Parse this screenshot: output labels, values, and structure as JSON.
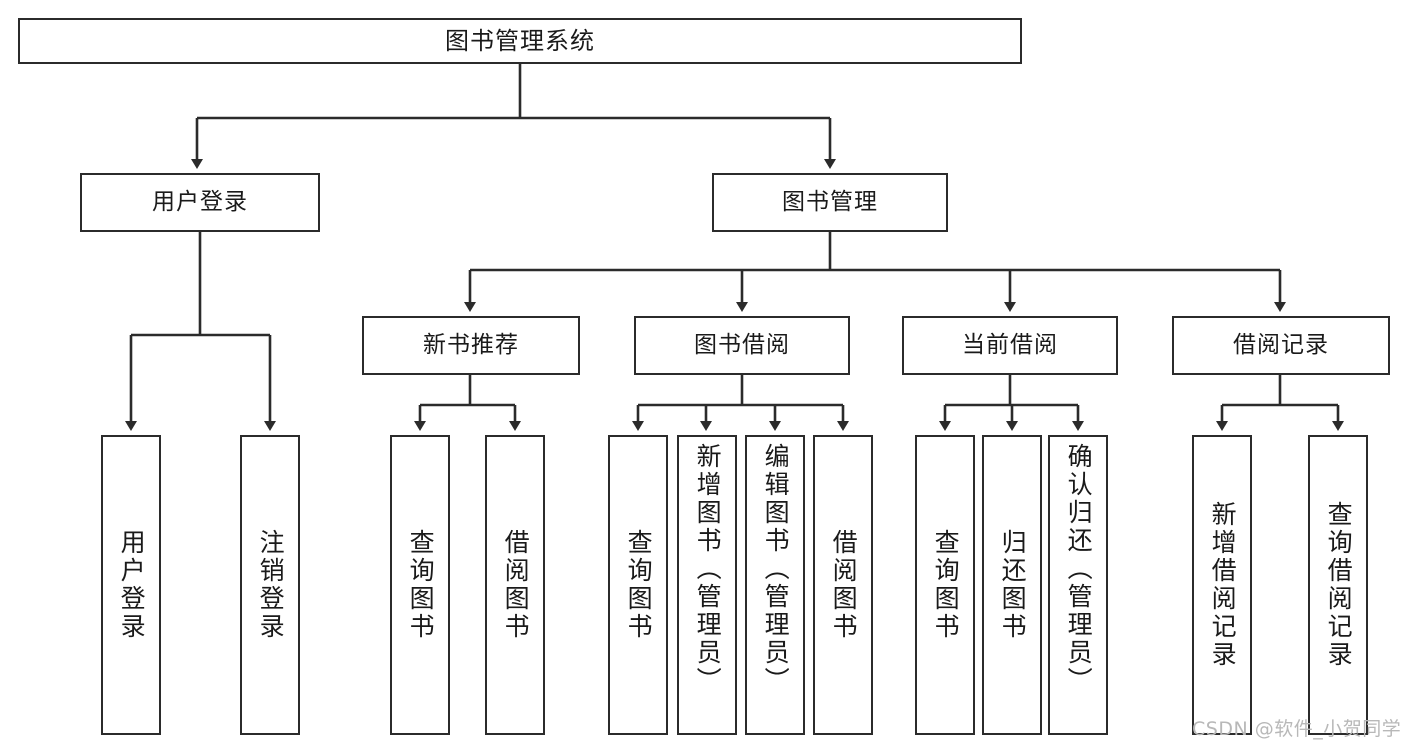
{
  "diagram": {
    "type": "tree-hierarchy",
    "title": "图书管理系统",
    "levels": 3,
    "root": {
      "id": "root",
      "label": "图书管理系统"
    },
    "level2": [
      {
        "id": "user-login",
        "label": "用户登录"
      },
      {
        "id": "book-management",
        "label": "图书管理"
      }
    ],
    "level3": [
      {
        "id": "new-book-recommend",
        "label": "新书推荐",
        "parent": "book-management"
      },
      {
        "id": "book-borrow",
        "label": "图书借阅",
        "parent": "book-management"
      },
      {
        "id": "current-borrow",
        "label": "当前借阅",
        "parent": "book-management"
      },
      {
        "id": "borrow-record",
        "label": "借阅记录",
        "parent": "book-management"
      }
    ],
    "leaves": [
      {
        "id": "leaf-user-login",
        "label": "用户登录",
        "parent": "user-login"
      },
      {
        "id": "leaf-logout",
        "label": "注销登录",
        "parent": "user-login"
      },
      {
        "id": "leaf-query-book-1",
        "label": "查询图书",
        "parent": "new-book-recommend"
      },
      {
        "id": "leaf-borrow-book-1",
        "label": "借阅图书",
        "parent": "new-book-recommend"
      },
      {
        "id": "leaf-query-book-2",
        "label": "查询图书",
        "parent": "book-borrow"
      },
      {
        "id": "leaf-add-book",
        "label": "新增图书（管理员）",
        "parent": "book-borrow"
      },
      {
        "id": "leaf-edit-book",
        "label": "编辑图书（管理员）",
        "parent": "book-borrow"
      },
      {
        "id": "leaf-borrow-book-2",
        "label": "借阅图书",
        "parent": "book-borrow"
      },
      {
        "id": "leaf-query-book-3",
        "label": "查询图书",
        "parent": "current-borrow"
      },
      {
        "id": "leaf-return-book",
        "label": "归还图书",
        "parent": "current-borrow"
      },
      {
        "id": "leaf-confirm-return",
        "label": "确认归还（管理员）",
        "parent": "current-borrow"
      },
      {
        "id": "leaf-add-record",
        "label": "新增借阅记录",
        "parent": "borrow-record"
      },
      {
        "id": "leaf-query-record",
        "label": "查询借阅记录",
        "parent": "borrow-record"
      }
    ]
  },
  "watermark": {
    "text": "CSDN @软件_小贺同学"
  },
  "colors": {
    "background": "#ffffff",
    "box_border": "#2b2b2b",
    "box_fill": "#ffffff",
    "text": "#1a1a1a",
    "connector": "#2b2b2b",
    "watermark": "#b8b8b8"
  }
}
